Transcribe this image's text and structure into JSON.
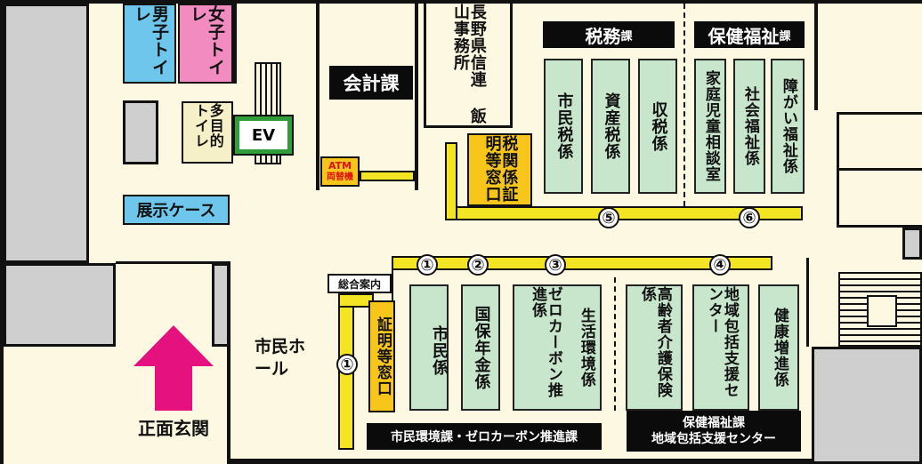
{
  "rooms": {
    "mens_toilet": "男子トイレ",
    "womens_toilet": "女子トイレ",
    "multipurpose_toilet": "多目的トイレ",
    "elevator": "EV",
    "display_case": "展示ケース",
    "accounting": "会計課",
    "atm_line1": "ATM",
    "atm_line2": "両替機",
    "bank": "長野県信連 飯山事務所",
    "tax_certificate_window": "税関係証明等窓口",
    "certificate_window": "証明等窓口",
    "citizens_hall": "市民ホール",
    "main_entrance": "正面玄関",
    "general_information": "総合案内"
  },
  "departments": {
    "zeimu": {
      "name": "税務",
      "suffix": "課"
    },
    "hoken": {
      "name": "保健福祉",
      "suffix": "課"
    },
    "shimin": "市民環境課・ゼロカーボン推進課",
    "hoken_bottom_line1": "保健福祉課",
    "hoken_bottom_line2": "地域包括支援センター"
  },
  "sections": {
    "shiminzei": "市民税係",
    "shisanzei": "資産税係",
    "shuzei": "収税係",
    "katei": "家庭児童相談室",
    "shakai": "社会福祉係",
    "shogai": "障がい福祉係",
    "shiminka": "市民係",
    "kokuho": "国保年金係",
    "zerocarbon": "ゼロカーボン推進係",
    "seikatsu": "生活環境係",
    "korei": "高齢者介護保険係",
    "chiiki": "地域包括支援センター",
    "kenko": "健康増進係"
  },
  "counters": {
    "c1": "①",
    "c2": "②",
    "c3": "③",
    "c4": "④",
    "c5": "⑤",
    "c6": "⑥"
  },
  "colors": {
    "floor": "#fdf8e1",
    "counter_yellow": "#f3e424",
    "window_orange": "#f8c51a",
    "desk_green": "#c8e6cc",
    "mens_blue": "#6fc6ec",
    "womens_pink": "#f28cc0",
    "entrance_arrow": "#e4117f",
    "header_black": "#0b0b0b"
  }
}
